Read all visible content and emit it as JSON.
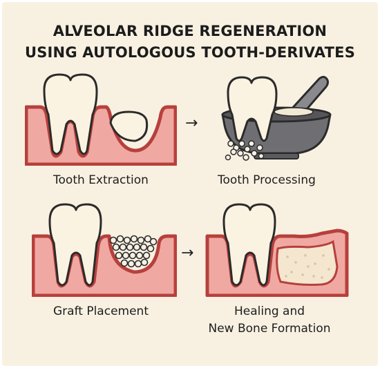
{
  "title": {
    "line1": "ALVEOLAR RIDGE REGENERATION",
    "line2": "USING AUTOLOGOUS TOOTH-DERIVATES"
  },
  "steps": [
    {
      "caption": "Tooth Extraction"
    },
    {
      "caption": "Tooth Processing"
    },
    {
      "caption": "Graft Placement"
    },
    {
      "caption_line1": "Healing and",
      "caption_line2": "New Bone Formation"
    }
  ],
  "arrow_glyph": "→",
  "colors": {
    "background": "#f8f1e2",
    "gum": "#f0a8a2",
    "gum_dark": "#b7403c",
    "tooth": "#fbf3e1",
    "outline": "#2b2b2b",
    "mortar": "#6f6f73",
    "bone": "#f4e6cf"
  },
  "icons": [
    "tooth-icon",
    "mortar-and-pestle-icon",
    "bone-graft-granules-icon"
  ]
}
